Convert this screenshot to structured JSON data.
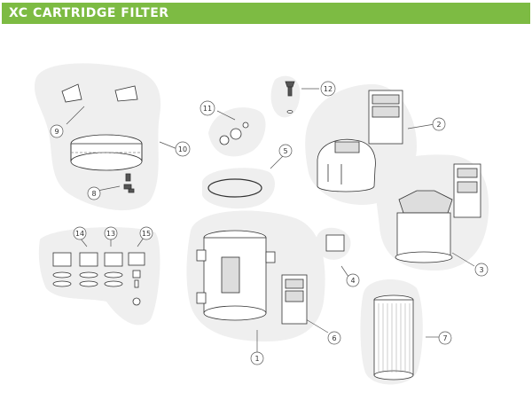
{
  "header": {
    "title": "XC CARTRIDGE FILTER",
    "bar_color": "#7dbb43"
  },
  "blob_color": "#efefef",
  "callouts": {
    "c1": "1",
    "c2": "2",
    "c3": "3",
    "c4": "4",
    "c5": "5",
    "c6": "6",
    "c7": "7",
    "c8": "8",
    "c9": "9",
    "c10": "10",
    "c11": "11",
    "c12": "12",
    "c13": "13",
    "c14": "14",
    "c15": "15"
  }
}
